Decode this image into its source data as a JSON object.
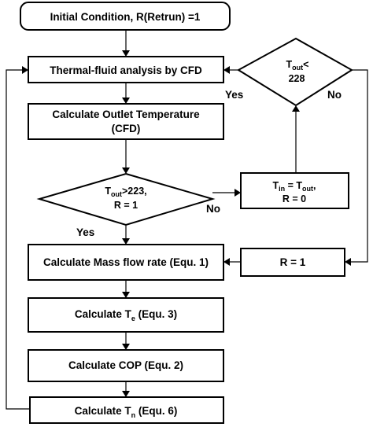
{
  "nodes": {
    "init": {
      "text": "Initial  Condition, R(Retrun) =1"
    },
    "cfd": {
      "text": "Thermal-fluid analysis by CFD"
    },
    "outlet": {
      "line1": "Calculate Outlet Temperature",
      "line2": "(CFD)"
    },
    "decision1": {
      "t": "T",
      "sub": "out",
      "rest": ">223,",
      "line2": "R = 1"
    },
    "decision2": {
      "t": "T",
      "sub": "out",
      "rest": "<",
      "line2": "228"
    },
    "tin_box": {
      "t1": "T",
      "sub1": "in",
      "mid": " = T",
      "sub2": "out",
      "end": ",",
      "line2": "R = 0"
    },
    "r1_box": {
      "text": "R = 1"
    },
    "mass": {
      "text": "Calculate Mass flow rate (Equ. 1)"
    },
    "te": {
      "pre": "Calculate T",
      "sub": "e",
      "post": " (Equ. 3)"
    },
    "cop": {
      "text": "Calculate COP (Equ. 2)"
    },
    "tn": {
      "pre": "Calculate T",
      "sub": "n",
      "post": " (Equ. 6)"
    }
  },
  "edge_labels": {
    "d1_yes": "Yes",
    "d1_no": "No",
    "d2_yes": "Yes",
    "d2_no": "No"
  }
}
